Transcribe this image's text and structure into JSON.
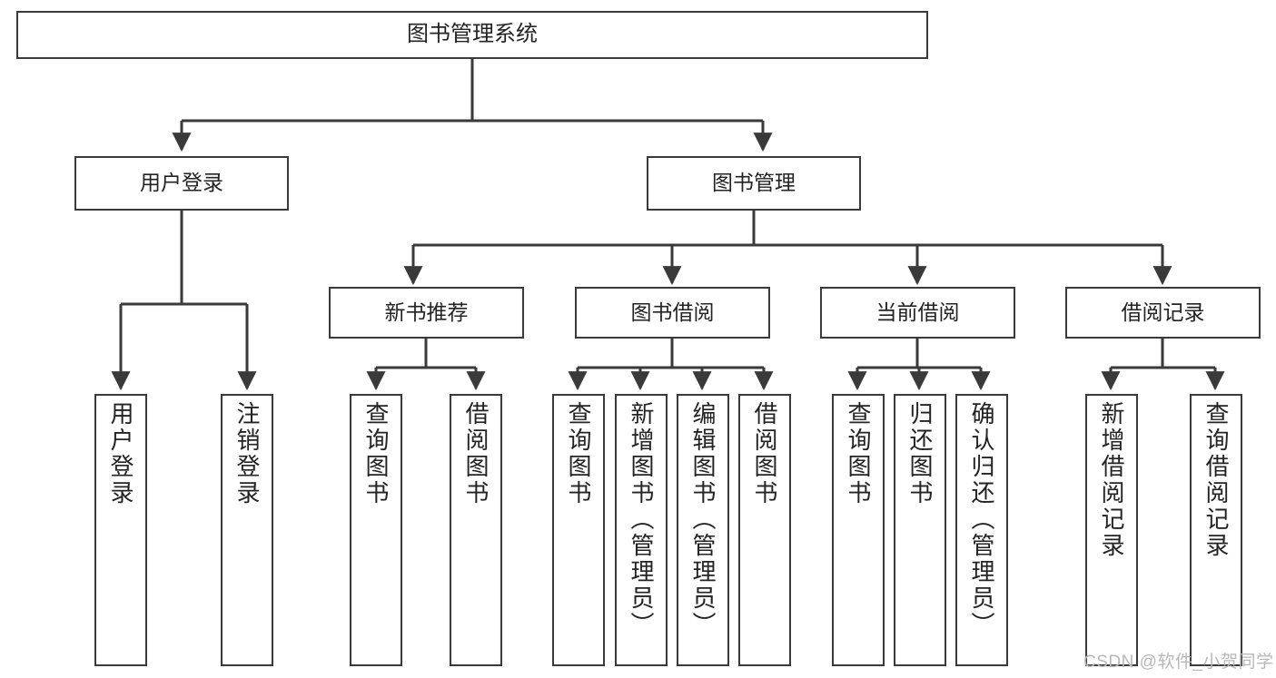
{
  "diagram": {
    "title": "图书管理系统",
    "type": "hierarchy-tree",
    "levels": 3
  },
  "nodes": {
    "root": {
      "label": "图书管理系统"
    },
    "level2": [
      {
        "id": "user-login",
        "label": "用户登录"
      },
      {
        "id": "book-manage",
        "label": "图书管理"
      }
    ],
    "level3": [
      {
        "id": "new-book-recommend",
        "label": "新书推荐"
      },
      {
        "id": "book-borrow",
        "label": "图书借阅"
      },
      {
        "id": "current-borrow",
        "label": "当前借阅"
      },
      {
        "id": "borrow-record",
        "label": "借阅记录"
      }
    ],
    "leaves": {
      "user_login": [
        {
          "id": "leaf-user-login",
          "label": "用户登录"
        },
        {
          "id": "leaf-logout-login",
          "label": "注销登录"
        }
      ],
      "new_book_recommend": [
        {
          "id": "leaf-query-book-1",
          "label": "查询图书"
        },
        {
          "id": "leaf-borrow-book-1",
          "label": "借阅图书"
        }
      ],
      "book_borrow": [
        {
          "id": "leaf-query-book-2",
          "label": "查询图书"
        },
        {
          "id": "leaf-add-book",
          "label": "新增图书（管理员）"
        },
        {
          "id": "leaf-edit-book",
          "label": "编辑图书（管理员）"
        },
        {
          "id": "leaf-borrow-book-2",
          "label": "借阅图书"
        }
      ],
      "current_borrow": [
        {
          "id": "leaf-query-book-3",
          "label": "查询图书"
        },
        {
          "id": "leaf-return-book",
          "label": "归还图书"
        },
        {
          "id": "leaf-confirm-return",
          "label": "确认归还（管理员）"
        }
      ],
      "borrow_record": [
        {
          "id": "leaf-add-borrow-record",
          "label": "新增借阅记录"
        },
        {
          "id": "leaf-query-borrow-record",
          "label": "查询借阅记录"
        }
      ]
    }
  },
  "watermark": {
    "text": "CSDN @软件_小贺同学"
  },
  "colors": {
    "stroke": "#3a3a3a",
    "text": "#232323",
    "background": "#ffffff",
    "watermark": "#b8b8b8"
  }
}
